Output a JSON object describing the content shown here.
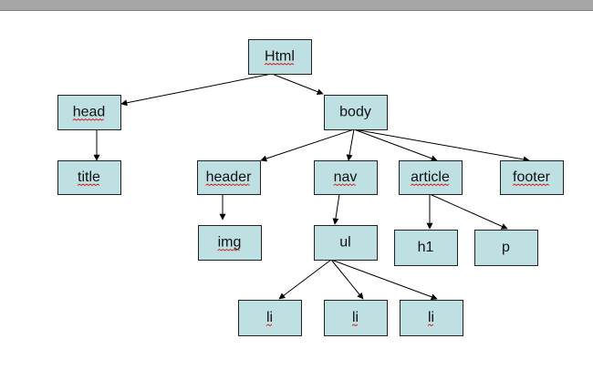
{
  "colors": {
    "node_fill": "#bfe0e3",
    "node_border": "#222222",
    "edge": "#000000",
    "spellcheck": "#d02020",
    "top_bar": "#a6a6a6"
  },
  "nodes": [
    {
      "id": "html",
      "label": "Html",
      "spell": true
    },
    {
      "id": "head",
      "label": "head",
      "spell": true
    },
    {
      "id": "body",
      "label": "body",
      "spell": false
    },
    {
      "id": "title",
      "label": "title",
      "spell": true
    },
    {
      "id": "header",
      "label": "header",
      "spell": true
    },
    {
      "id": "nav",
      "label": "nav",
      "spell": true
    },
    {
      "id": "article",
      "label": "article",
      "spell": true
    },
    {
      "id": "footer",
      "label": "footer",
      "spell": true
    },
    {
      "id": "img",
      "label": "img",
      "spell": true
    },
    {
      "id": "ul",
      "label": "ul",
      "spell": false
    },
    {
      "id": "h1",
      "label": "h1",
      "spell": false
    },
    {
      "id": "p",
      "label": "p",
      "spell": false
    },
    {
      "id": "li1",
      "label": "li",
      "spell": true
    },
    {
      "id": "li2",
      "label": "li",
      "spell": true
    },
    {
      "id": "li3",
      "label": "li",
      "spell": true
    }
  ],
  "edges": [
    [
      "html",
      "head"
    ],
    [
      "html",
      "body"
    ],
    [
      "head",
      "title"
    ],
    [
      "body",
      "header"
    ],
    [
      "body",
      "nav"
    ],
    [
      "body",
      "article"
    ],
    [
      "body",
      "footer"
    ],
    [
      "header",
      "img"
    ],
    [
      "nav",
      "ul"
    ],
    [
      "article",
      "h1"
    ],
    [
      "article",
      "p"
    ],
    [
      "ul",
      "li1"
    ],
    [
      "ul",
      "li2"
    ],
    [
      "ul",
      "li3"
    ]
  ]
}
